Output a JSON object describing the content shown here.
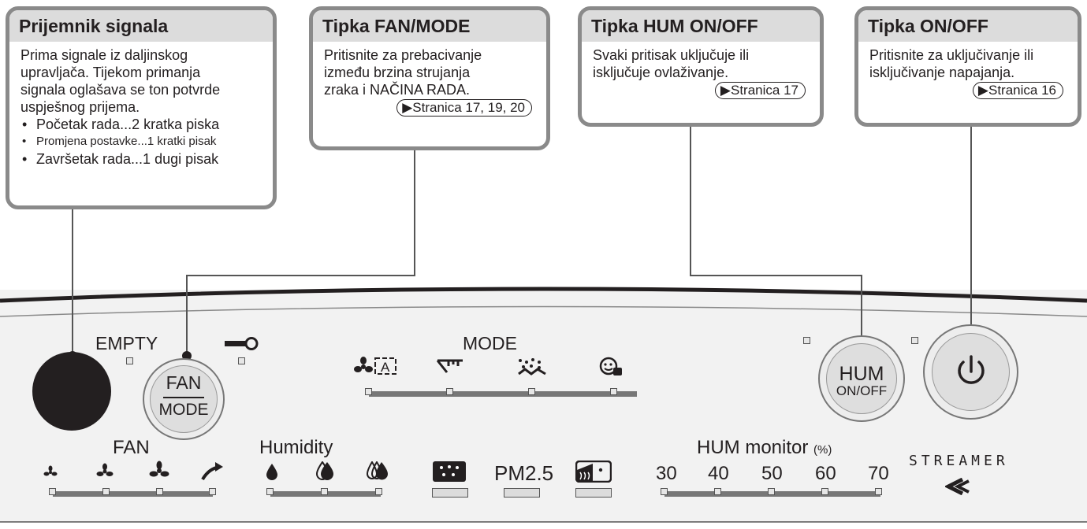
{
  "callouts": {
    "signal": {
      "title": "Prijemnik signala",
      "lines": [
        "Prima signale iz daljinskog",
        "upravljača. Tijekom primanja",
        "signala oglašava se ton potvrde",
        "uspješnog prijema."
      ],
      "bullets": [
        "Početak rada...2 kratka piska",
        "Promjena postavke...1 kratki pisak",
        "Završetak rada...1 dugi pisak"
      ]
    },
    "fan_mode": {
      "title": "Tipka FAN/MODE",
      "lines": [
        "Pritisnite za prebacivanje",
        "između brzina strujanja",
        "zraka i NAČINA RADA."
      ],
      "ref": "▶Stranica 17, 19, 20"
    },
    "hum": {
      "title": "Tipka HUM ON/OFF",
      "lines": [
        "Svaki pritisak uključuje ili",
        "isključuje ovlaživanje."
      ],
      "ref": "▶Stranica 17"
    },
    "power": {
      "title": "Tipka ON/OFF",
      "lines": [
        "Pritisnite za uključivanje ili",
        "isključivanje napajanja."
      ],
      "ref": "▶Stranica 16"
    }
  },
  "panel": {
    "empty_label": "EMPTY",
    "mode_label": "MODE",
    "fan_label": "FAN",
    "humidity_label": "Humidity",
    "pm_label": "PM2.5",
    "hum_monitor_label": "HUM monitor",
    "hum_monitor_unit": "(%)",
    "hum_values": [
      "30",
      "40",
      "50",
      "60",
      "70"
    ],
    "streamer_label": "STREAMER",
    "fan_button": {
      "top": "FAN",
      "bottom": "MODE"
    },
    "hum_button": {
      "top": "HUM",
      "bottom": "ON/OFF"
    }
  },
  "icons": {
    "lock": "key-lock-icon",
    "mode": [
      "fan-auto-icon",
      "pollen-icon",
      "dust-icon",
      "economy-icon"
    ],
    "fan": [
      "fan-quiet-icon",
      "fan-low-icon",
      "fan-standard-icon",
      "fan-turbo-icon"
    ],
    "humidity": [
      "humidity-low-drop-icon",
      "humidity-medium-drop-icon",
      "humidity-high-drop-icon"
    ],
    "sensors": [
      "dust-sensor-icon",
      "odor-sensor-icon"
    ],
    "power": "power-icon",
    "brand": "daikin-logo-icon"
  },
  "colors": {
    "box_border": "#8a8a8a",
    "box_title_bg": "#dcdcdc",
    "panel_bg": "#f2f2f2",
    "bar": "#777777"
  }
}
